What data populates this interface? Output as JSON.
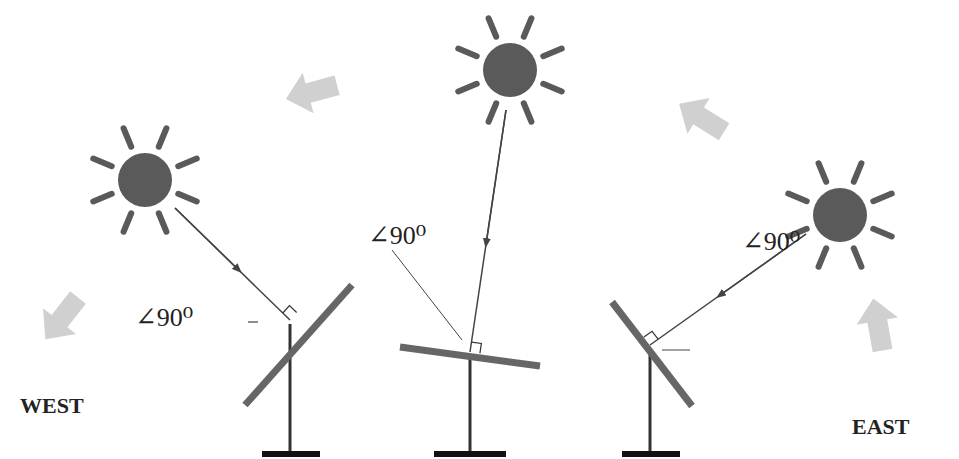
{
  "diagram": {
    "labels": [
      "∠90⁰",
      "∠90⁰",
      "∠90⁰",
      "WEST",
      "EAST"
    ]
  }
}
